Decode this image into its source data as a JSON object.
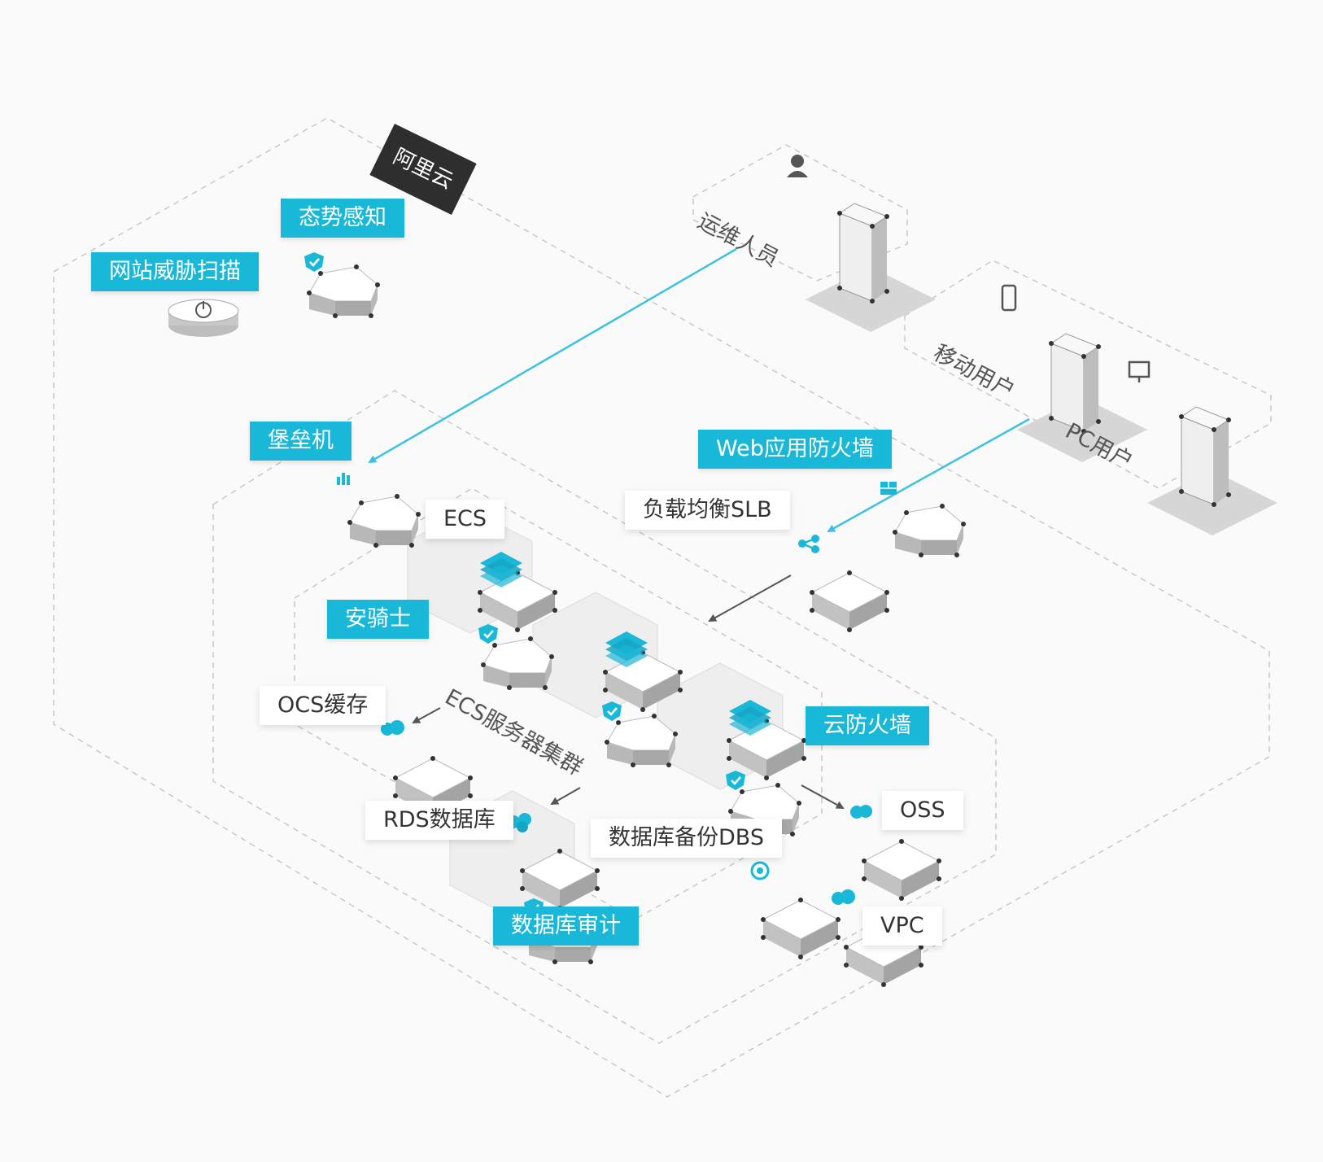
{
  "cloud": {
    "title": "阿里云"
  },
  "groups": {
    "ops": "运维人员",
    "mobile": "移动用户",
    "pc": "PC用户",
    "cluster": "ECS服务器集群"
  },
  "labels": {
    "situation": "态势感知",
    "webscan": "网站威胁扫描",
    "bastion": "堡垒机",
    "ecs": "ECS",
    "anqishi": "安骑士",
    "waf": "Web应用防火墙",
    "slb": "负载均衡SLB",
    "ocs": "OCS缓存",
    "rds": "RDS数据库",
    "dbaudit": "数据库审计",
    "dbs": "数据库备份DBS",
    "cloudfw": "云防火墙",
    "oss": "OSS",
    "vpc": "VPC"
  },
  "colors": {
    "accent": "#1ab8d8",
    "arrow_cyan": "#3cc3e0",
    "arrow_gray": "#555555",
    "dash": "#c8c8c8"
  },
  "icons": [
    "user-icon",
    "phone-icon",
    "monitor-icon",
    "shield-icon",
    "server-icon",
    "chart-icon",
    "share-icon",
    "cloud-icon",
    "database-icon",
    "firewall-icon",
    "power-icon"
  ]
}
